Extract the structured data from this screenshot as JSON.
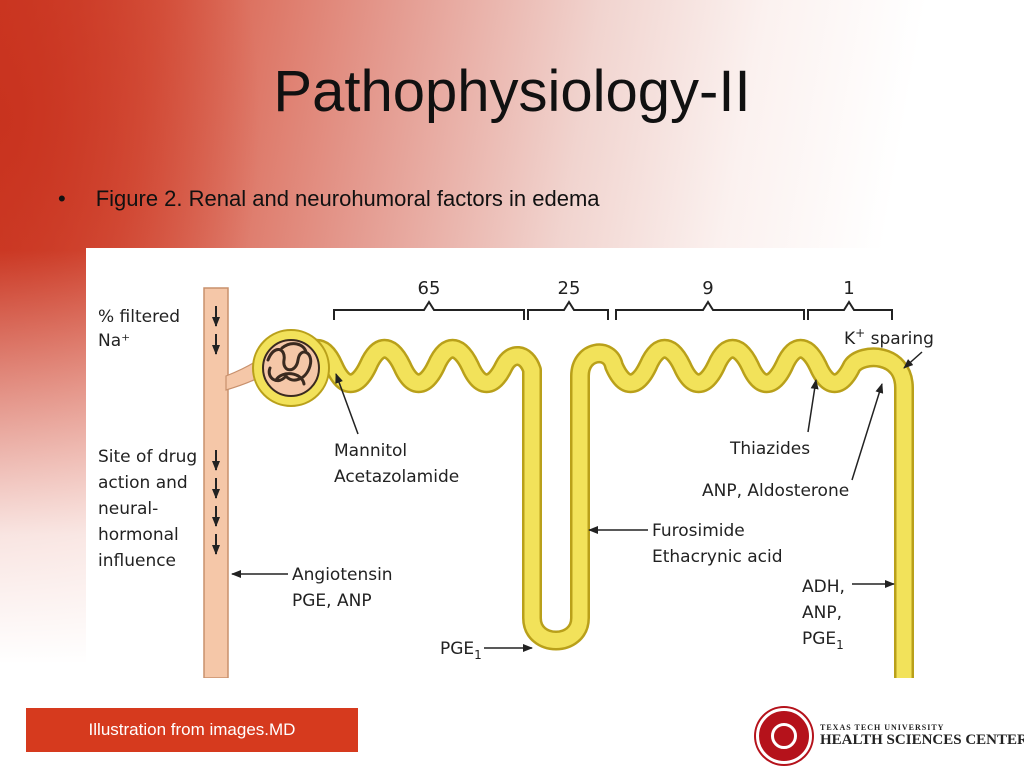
{
  "slide": {
    "title": "Pathophysiology-II",
    "bullet_symbol": "•",
    "bullet_text": "Figure 2.  Renal and neurohumoral factors in edema"
  },
  "figure": {
    "segments": [
      {
        "value": "65"
      },
      {
        "value": "25"
      },
      {
        "value": "9"
      },
      {
        "value": "1"
      }
    ],
    "left_labels": {
      "filtered_line1": "% filtered",
      "filtered_line2": "Na⁺",
      "site_line1": "Site of drug",
      "site_line2": "action and",
      "site_line3": "neural-",
      "site_line4": "hormonal",
      "site_line5": "influence"
    },
    "annotations": {
      "mannitol": "Mannitol",
      "acetazolamide": "Acetazolamide",
      "angiotensin": "Angiotensin",
      "pge_anp": "PGE, ANP",
      "pge1": "PGE",
      "pge1_sub": "1",
      "furosimide": "Furosimide",
      "ethacrynic": "Ethacrynic acid",
      "thiazides": "Thiazides",
      "anp_aldosterone": "ANP, Aldosterone",
      "k_sparing_k": "K",
      "k_sparing_plus": "+",
      "k_sparing_text": " sparing",
      "adh": "ADH,",
      "anp": "ANP,",
      "pge1b": "PGE",
      "pge1b_sub": "1"
    },
    "colors": {
      "vessel": "#f5c7a8",
      "vessel_outline": "#c8906c",
      "tubule": "#f2e25a",
      "tubule_outline": "#b9a01a"
    }
  },
  "footer": {
    "credit": "Illustration from images.MD",
    "logo_small": "TEXAS TECH UNIVERSITY",
    "logo_big": "HEALTH SCIENCES CENTER"
  }
}
